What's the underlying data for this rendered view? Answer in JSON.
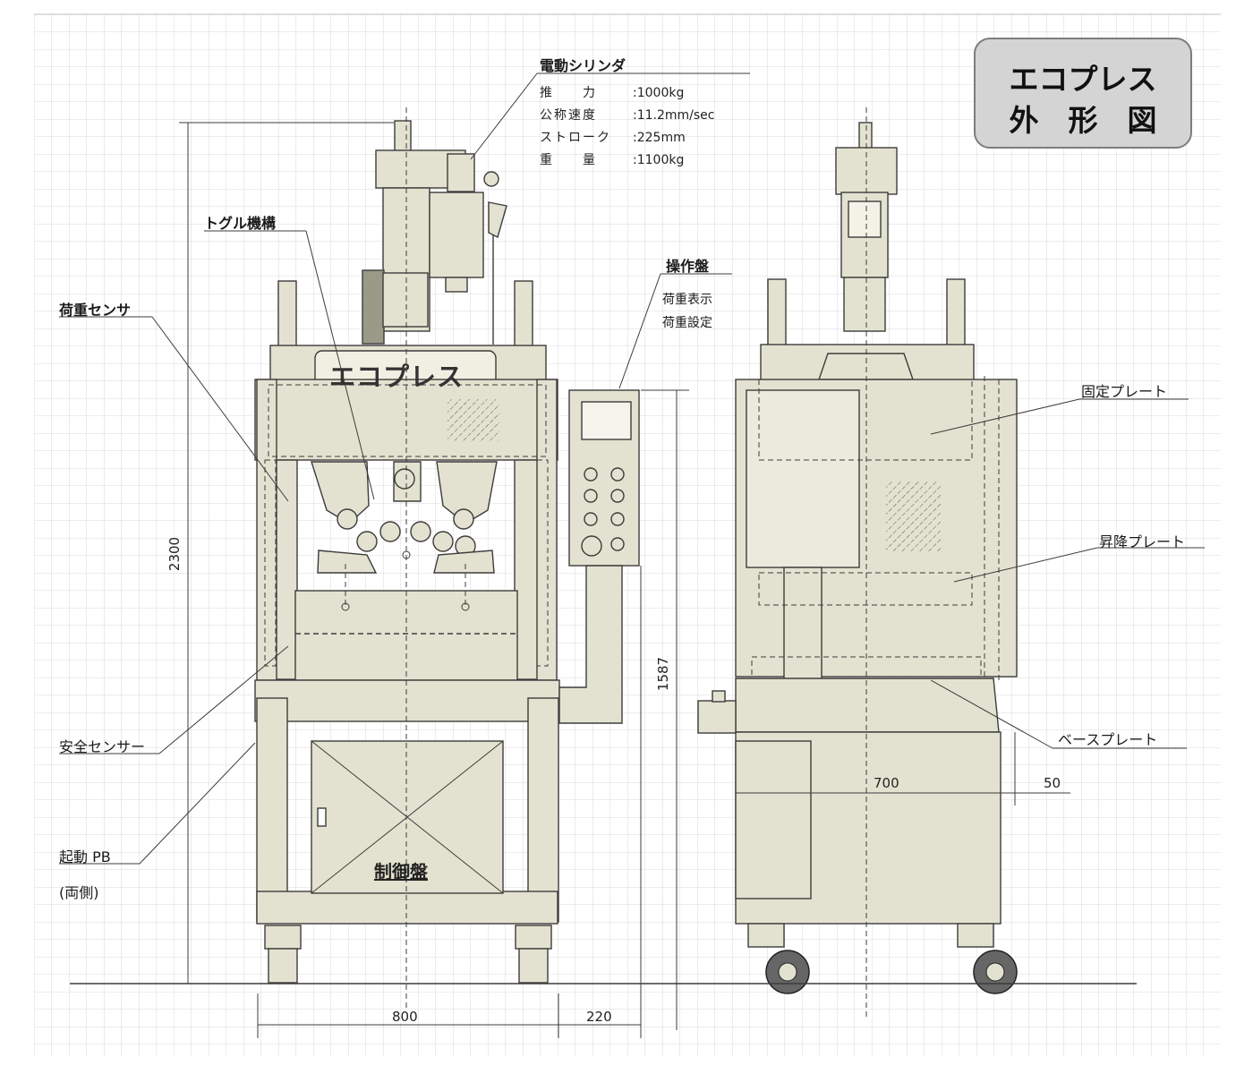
{
  "title": {
    "line1": "エコプレス",
    "line2": "外　形　図"
  },
  "cylinder": {
    "label": "電動シリンダ",
    "specs": [
      {
        "key": "推　　力",
        "value": "1000kg"
      },
      {
        "key": "公称速度",
        "value": "11.2mm/sec"
      },
      {
        "key": "ストローク",
        "value": "225mm"
      },
      {
        "key": "重　　量",
        "value": "1100kg"
      }
    ]
  },
  "labels": {
    "toggle": "トグル機構",
    "load_sensor": "荷重センサ",
    "safety_sensor": "安全センサー",
    "start_pb": "起動 PB",
    "both_sides": "(両側)",
    "operation_panel": "操作盤",
    "load_display": "荷重表示",
    "load_setting": "荷重設定",
    "fixed_plate": "固定プレート",
    "lift_plate": "昇降プレート",
    "base_plate": "ベースプレート",
    "control_panel": "制御盤",
    "machine_name": "エコプレス"
  },
  "dimensions": {
    "total_height": "2300",
    "height_1587": "1587",
    "width_800": "800",
    "width_220": "220",
    "depth_700": "700",
    "offset_50": "50"
  },
  "colors": {
    "machine_fill": "#e3e2d0",
    "line": "#3c3c3c",
    "grid": "#cfcfcf",
    "title_bg": "#d4d4d4"
  }
}
